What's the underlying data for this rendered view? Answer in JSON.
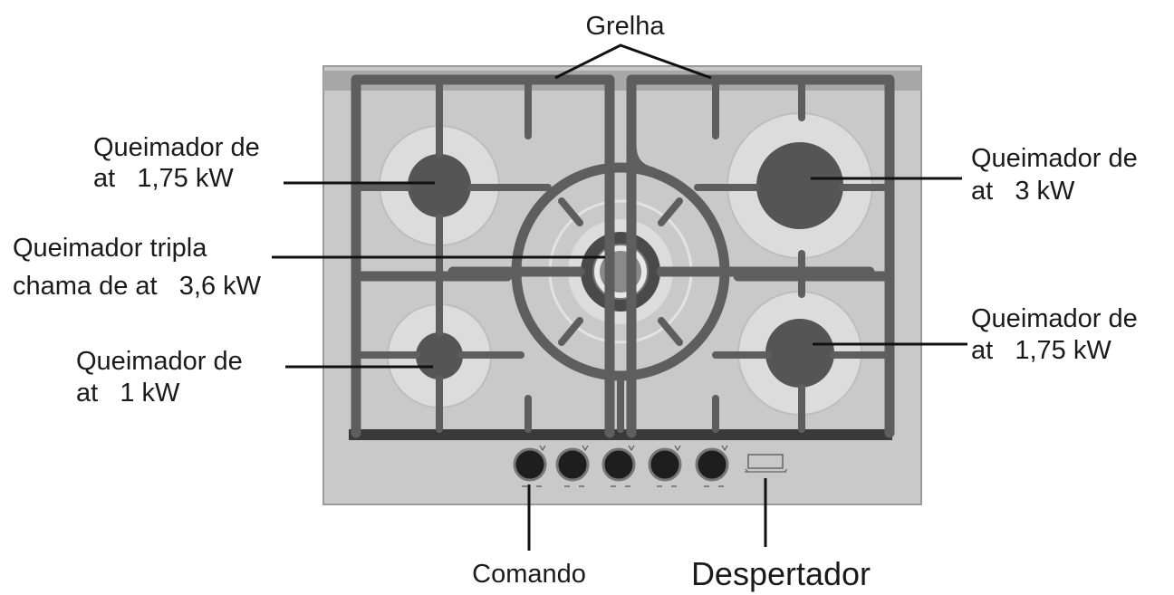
{
  "labels": {
    "grid": "Grelha",
    "burner_front_left_line1": "Queimador de",
    "burner_front_left_line2": "at   1,75 kW",
    "burner_wok_line1": "Queimador tripla",
    "burner_wok_line2": "chama de at   3,6 kW",
    "burner_rear_left_line1": "Queimador de",
    "burner_rear_left_line2": "at   1 kW",
    "burner_back_right_line1": "Queimador de",
    "burner_back_right_line2": "at   3 kW",
    "burner_front_right_line1": "Queimador de",
    "burner_front_right_line2": "at   1,75 kW",
    "control": "Comando",
    "timer": "Despertador"
  },
  "colors": {
    "panel": "#c9c9c9",
    "panel_edge": "#9a9a9a",
    "grate": "#5e5e5e",
    "burner_ring": "#dcdcdc",
    "burner_cap": "#555555",
    "knob": "#1e1e1e"
  },
  "icons": {
    "knob": "control-knob-icon",
    "timer": "timer-display-icon"
  }
}
